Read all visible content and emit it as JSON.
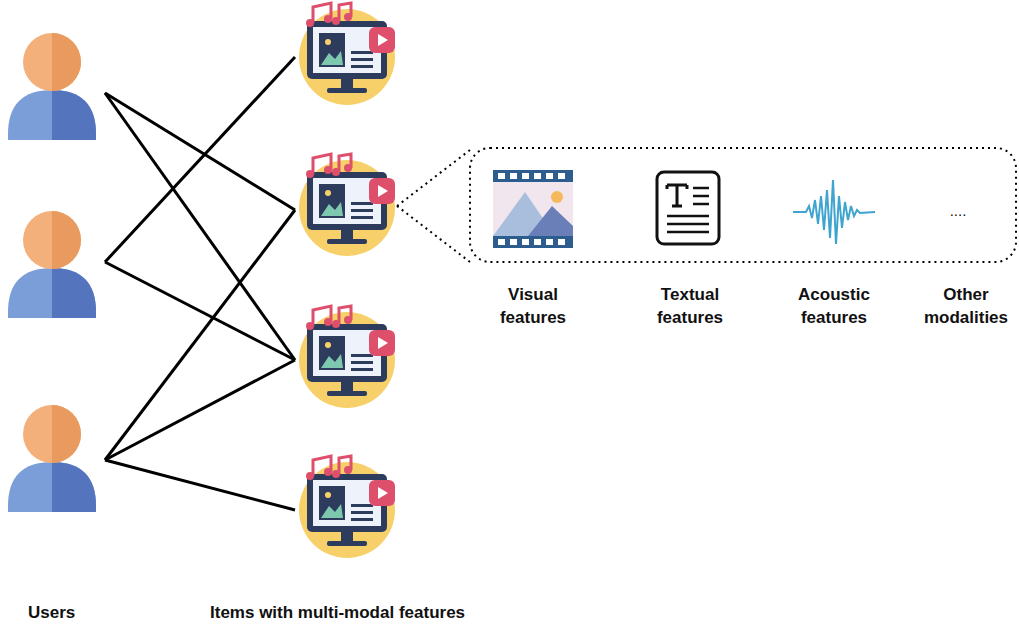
{
  "diagram": {
    "labels": [
      "Visual features",
      "Textual features",
      "Acoustic features",
      "Other modalities",
      "....",
      "Users",
      "Items with multi-modal features"
    ]
  }
}
